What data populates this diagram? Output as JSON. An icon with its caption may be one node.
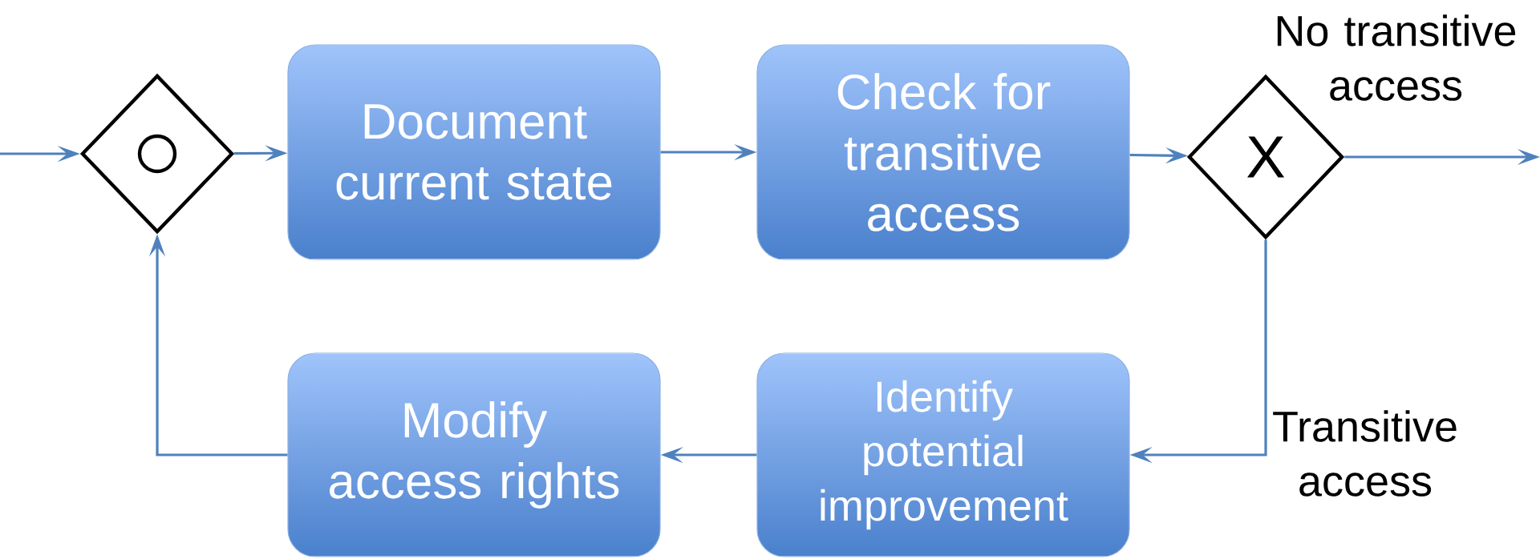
{
  "diagram": {
    "nodes": [
      {
        "text": [],
        "shape": "diamond"
      },
      {
        "text": [
          "Document current state"
        ]
      },
      {
        "text": [
          "Check for transitive access"
        ]
      },
      {
        "text": [
          "X"
        ]
      },
      {
        "text": [
          "Identify potential improvement"
        ]
      },
      {
        "text": [
          "Modify access rights"
        ]
      }
    ],
    "edges": [
      {
        "from": null,
        "to": 0,
        "arrow": "to"
      },
      {
        "from": 0,
        "to": 1,
        "arrow": "to"
      },
      {
        "from": 1,
        "to": 2,
        "arrow": "to"
      },
      {
        "from": 2,
        "to": 3,
        "arrow": "to"
      },
      {
        "from": 3,
        "to": null,
        "arrow": "to",
        "label": "No transitive access"
      },
      {
        "from": 3,
        "to": 4,
        "arrow": "to",
        "label": "Transitive access"
      },
      {
        "from": 4,
        "to": 5,
        "arrow": "to"
      },
      {
        "from": 5,
        "to": 0,
        "arrow": "to"
      }
    ]
  }
}
